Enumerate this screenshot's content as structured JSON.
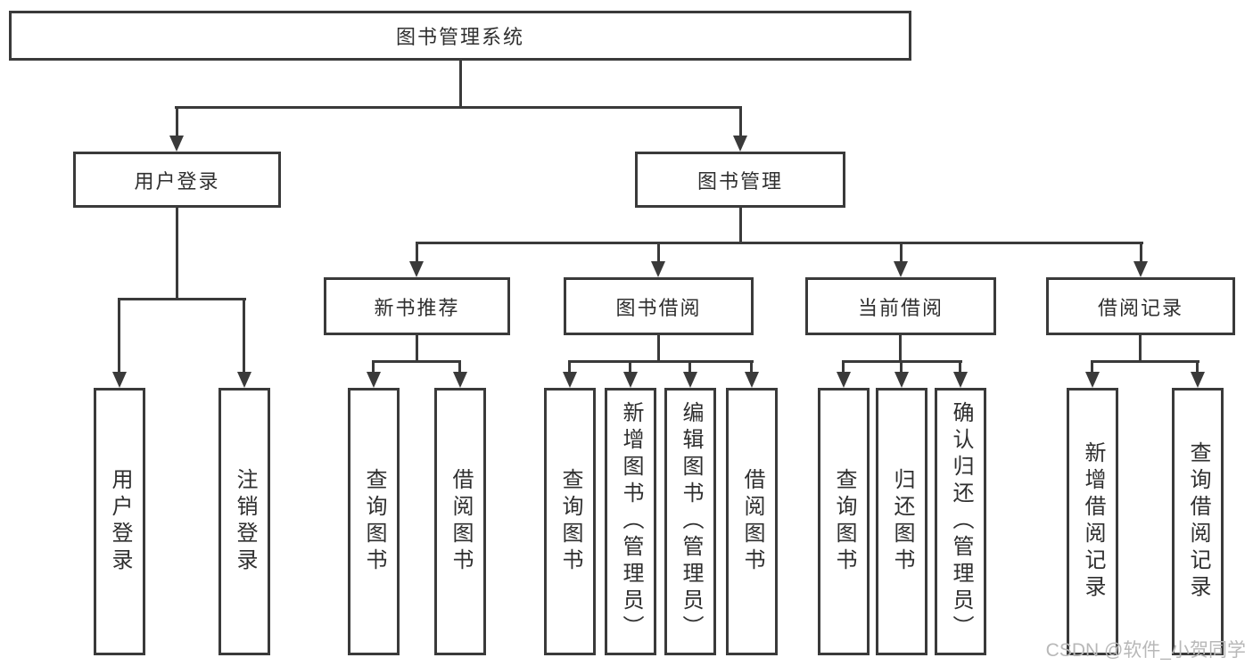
{
  "diagram_title": "图书管理系统",
  "nodes": {
    "root": "图书管理系统",
    "user_login": "用户登录",
    "book_mgmt": "图书管理",
    "new_book_rec": "新书推荐",
    "book_borrow": "图书借阅",
    "current_borrow": "当前借阅",
    "borrow_records": "借阅记录",
    "leaf_user_login": "用户登录",
    "leaf_logout": "注销登录",
    "rec_query_books": "查询图书",
    "rec_borrow_books": "借阅图书",
    "bb_query_books": "查询图书",
    "bb_add_books": "新增图书（管理员）",
    "bb_edit_books": "编辑图书（管理员）",
    "bb_borrow_books": "借阅图书",
    "cb_query_books": "查询图书",
    "cb_return_books": "归还图书",
    "cb_confirm_return": "确认归还（管理员）",
    "br_add_record": "新增借阅记录",
    "br_query_record": "查询借阅记录"
  },
  "edges": [
    [
      "root",
      "user_login"
    ],
    [
      "root",
      "book_mgmt"
    ],
    [
      "user_login",
      "leaf_user_login"
    ],
    [
      "user_login",
      "leaf_logout"
    ],
    [
      "book_mgmt",
      "new_book_rec"
    ],
    [
      "book_mgmt",
      "book_borrow"
    ],
    [
      "book_mgmt",
      "current_borrow"
    ],
    [
      "book_mgmt",
      "borrow_records"
    ],
    [
      "new_book_rec",
      "rec_query_books"
    ],
    [
      "new_book_rec",
      "rec_borrow_books"
    ],
    [
      "book_borrow",
      "bb_query_books"
    ],
    [
      "book_borrow",
      "bb_add_books"
    ],
    [
      "book_borrow",
      "bb_edit_books"
    ],
    [
      "book_borrow",
      "bb_borrow_books"
    ],
    [
      "current_borrow",
      "cb_query_books"
    ],
    [
      "current_borrow",
      "cb_return_books"
    ],
    [
      "current_borrow",
      "cb_confirm_return"
    ],
    [
      "borrow_records",
      "br_add_record"
    ],
    [
      "borrow_records",
      "br_query_record"
    ]
  ],
  "watermark": "CSDN @软件_小贺同学",
  "colors": {
    "line": "#3a3a3a",
    "text": "#2f2f2f",
    "background": "#ffffff",
    "watermark": "#b8b8b8"
  }
}
